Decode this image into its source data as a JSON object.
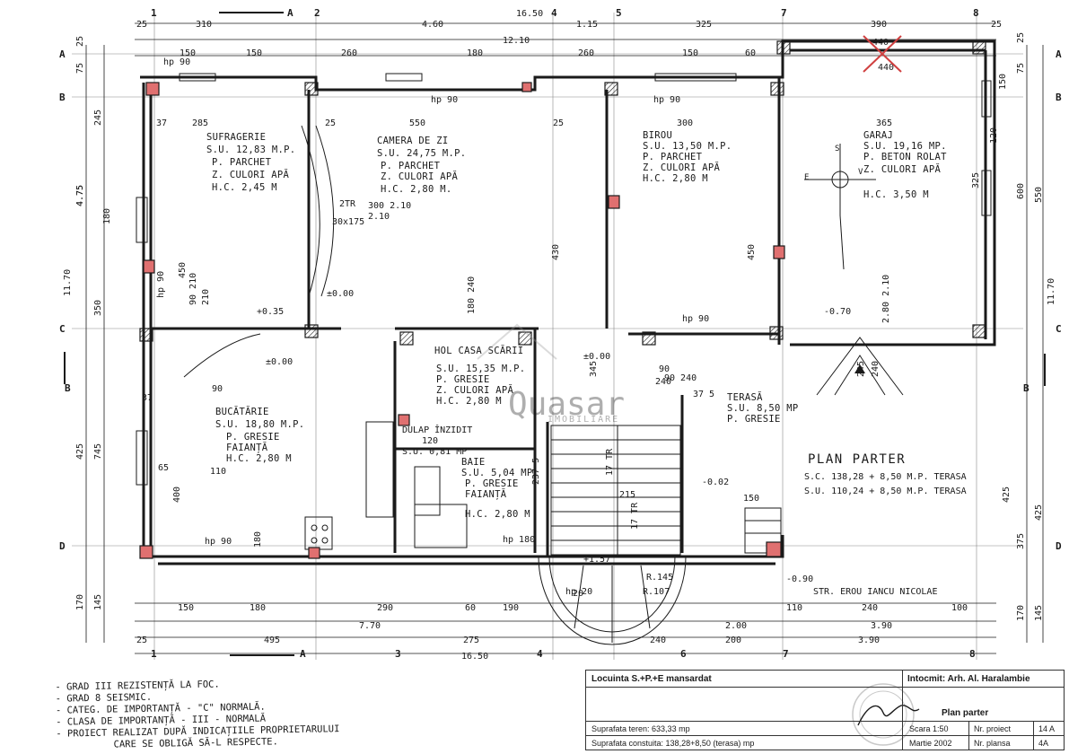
{
  "axes": {
    "numbers_top": [
      "1",
      "2",
      "4",
      "5",
      "7",
      "8"
    ],
    "numbers_bottom": [
      "1",
      "3",
      "4",
      "6",
      "7",
      "8"
    ],
    "letters_left": [
      "A",
      "B",
      "C",
      "B",
      "D"
    ],
    "letters_right": [
      "A",
      "B",
      "C",
      "B",
      "D"
    ],
    "section_mark": "A"
  },
  "dims": {
    "top_row1": [
      "25",
      "310",
      "4.60",
      "16.50",
      "1.15",
      "325",
      "390",
      "25"
    ],
    "top_row2": [
      "12.10"
    ],
    "top_row3": [
      "150",
      "150",
      "260",
      "180",
      "260",
      "150",
      "60",
      "440",
      "440"
    ],
    "bottom_row1": [
      "150",
      "180",
      "290",
      "60",
      "190",
      "110",
      "240",
      "100"
    ],
    "bottom_row2": [
      "7.70",
      "2.00",
      "3.90"
    ],
    "bottom_row3": [
      "25",
      "495",
      "275",
      "240",
      "200",
      "3.90"
    ],
    "bottom_total": "16.50",
    "left_outer": [
      "25",
      "75",
      "245",
      "4.75",
      "11.70",
      "350",
      "425",
      "745",
      "145",
      "170"
    ],
    "right_outer": [
      "75",
      "25",
      "150",
      "120",
      "325",
      "600",
      "550",
      "11.70",
      "425",
      "375",
      "145",
      "170"
    ],
    "inner": [
      "285",
      "25",
      "550",
      "25",
      "300",
      "365",
      "180",
      "450",
      "430",
      "450",
      "4.75",
      "37",
      "37",
      "65",
      "400",
      "110",
      "180",
      "150",
      "2.10",
      "245",
      "240",
      "210",
      "90",
      "345",
      "20",
      "90",
      "240",
      "425"
    ]
  },
  "rooms": [
    {
      "name": "SUFRAGERIE",
      "area": "S.U. 12,83 M.P.",
      "floor": "P. PARCHET",
      "walls": "Z. CULORI APĂ",
      "height": "H.C. 2,45 M"
    },
    {
      "name": "CAMERA DE ZI",
      "area": "S.U. 24,75 M.P.",
      "floor": "P. PARCHET",
      "walls": "Z. CULORI APĂ",
      "height": "H.C. 2,80 M."
    },
    {
      "name": "BIROU",
      "area": "S.U. 13,50 M.P.",
      "floor": "P. PARCHET",
      "walls": "Z. CULORI APĂ",
      "height": "H.C. 2,80 M"
    },
    {
      "name": "GARAJ",
      "area": "S.U. 19,16 MP.",
      "floor": "P. BETON ROLAT",
      "walls": "Z. CULORI APĂ",
      "height": "H.C. 3,50 M"
    },
    {
      "name": "HOL CASA SCĂRII",
      "area": "S.U. 15,35 M.P.",
      "floor": "P. GRESIE",
      "walls": "Z. CULORI APĂ",
      "height": "H.C. 2,80 M"
    },
    {
      "name": "BUCĂTĂRIE",
      "area": "S.U. 18,80 M.P.",
      "floor": "P. GRESIE",
      "walls": "FAIANȚĂ",
      "height": "H.C. 2,80 M"
    },
    {
      "name": "BAIE",
      "area": "S.U. 5,04 MP.",
      "floor": "P. GRESIE",
      "walls": "FAIANȚĂ",
      "height": "H.C. 2,80 M"
    },
    {
      "name": "TERASĂ",
      "area": "S.U. 8,50 MP",
      "floor": "P. GRESIE",
      "walls": "",
      "height": ""
    },
    {
      "name": "DULAP ÎNZIDIT",
      "area": "S.U. 0,81 MP",
      "floor": "",
      "walls": "",
      "height": "120"
    }
  ],
  "levels": [
    "+0.35",
    "±0.00",
    "±0.00",
    "±0.00",
    "-0.70",
    "-0.02",
    "-0.90",
    "+1.57"
  ],
  "openings": [
    "hp 90",
    "hp 90",
    "hp 90",
    "hp 90",
    "hp 90",
    "hp 90",
    "hp 180",
    "hp 20",
    "2TR",
    "30x175",
    "300 2.10",
    "2.80 2.10",
    "90 210",
    "90 240",
    "180 240",
    "37 5"
  ],
  "stairs": [
    "R.145",
    "R.107",
    "17 TR",
    "17 TR",
    "215",
    "237 5"
  ],
  "plan": {
    "title": "PLAN PARTER",
    "sc": "S.C. 138,28 + 8,50 M.P. TERASA",
    "su": "S.U. 110,24 + 8,50 M.P. TERASA"
  },
  "street": "STR. EROU IANCU NICOLAE",
  "watermark": {
    "brand": "Quasar",
    "sub": "IMOBILIARE"
  },
  "notes": [
    "- GRAD III REZISTENȚĂ LA FOC.",
    "- GRAD 8 SEISMIC.",
    "- CATEG. DE IMPORTANȚĂ - \"C\" NORMALĂ.",
    "- CLASA DE IMPORTANȚĂ - III - NORMALĂ",
    "- PROIECT REALIZAT DUPĂ INDICAȚIILE PROPRIETARULUI",
    "CARE SE OBLIGĂ SĂ-L RESPECTE."
  ],
  "titleblock": {
    "project": "Locuinta S.+P.+E mansardat",
    "author": "Intocmit: Arh. Al. Haralambie",
    "sheet_title": "Plan parter",
    "teren": "Suprafata teren: 633,33 mp",
    "constr": "Suprafata constuita: 138,28+8,50 (terasa) mp",
    "scale": "Scara 1:50",
    "date": "Martie 2002",
    "nr_proiect_label": "Nr. proiect",
    "nr_plansa_label": "Nr. plansa",
    "nr_proiect": "14 A",
    "nr_plansa": "4A"
  },
  "colors": {
    "ink": "#1a1a1a",
    "column_red": "#e07070",
    "paper": "#ffffff"
  },
  "icons": [
    "compass-icon",
    "north-arrow-icon",
    "signature-icon",
    "stamp-icon"
  ]
}
